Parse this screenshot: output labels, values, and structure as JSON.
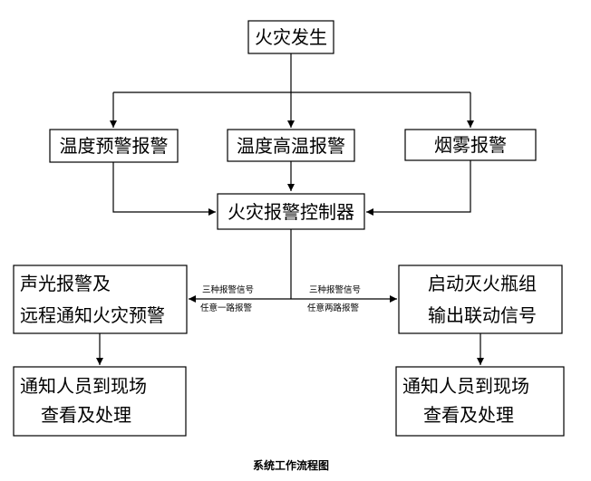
{
  "nodes": {
    "fire_occurs": "火灾发生",
    "temp_warning_alarm": "温度预警报警",
    "high_temp_alarm": "温度高温报警",
    "smoke_alarm": "烟雾报警",
    "fire_alarm_controller": "火灾报警控制器",
    "sound_light_alarm": {
      "line1": "声光报警及",
      "line2": "远程通知火灾预警"
    },
    "start_extinguisher": {
      "line1": "启动灭火瓶组",
      "line2": "输出联动信号"
    },
    "notify_left": {
      "line1": "通知人员到现场",
      "line2": "查看及处理"
    },
    "notify_right": {
      "line1": "通知人员到现场",
      "line2": "查看及处理"
    }
  },
  "edge_labels": {
    "left": {
      "line1": "三种报警信号",
      "line2": "任意一路报警"
    },
    "right": {
      "line1": "三种报警信号",
      "line2": "任意两路报警"
    }
  },
  "caption": "系统工作流程图"
}
